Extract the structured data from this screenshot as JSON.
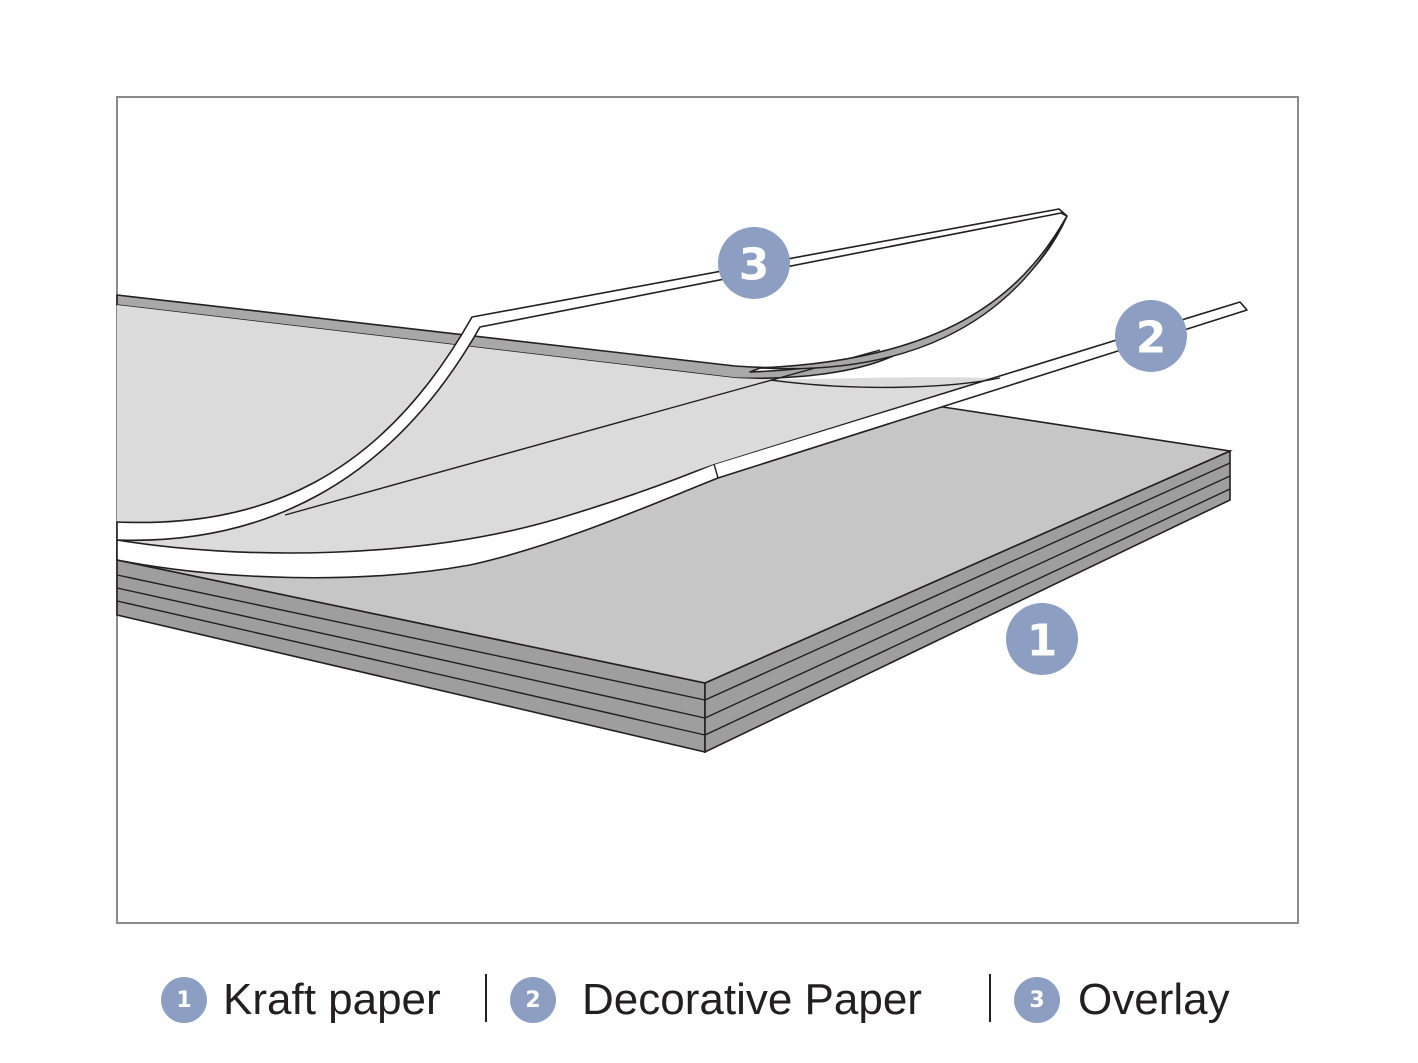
{
  "colors": {
    "badge": "#8c9fc3",
    "frame": "#8a8a8a",
    "board_top": "#c6c6c6",
    "board_side": "#9e9e9e",
    "sheet_under": "#dcdbdc",
    "sheet_edge": "#ffffff",
    "sheet_shadow": "#a8a8a8",
    "outline": "#231f20",
    "text": "#231f20"
  },
  "callouts": [
    {
      "number": "1",
      "layer": "kraft paper"
    },
    {
      "number": "2",
      "layer": "decorative paper"
    },
    {
      "number": "3",
      "layer": "overlay"
    }
  ],
  "legend": {
    "items": [
      {
        "number": "1",
        "label": "Kraft paper"
      },
      {
        "number": "2",
        "label": "Decorative Paper"
      },
      {
        "number": "3",
        "label": "Overlay"
      }
    ]
  }
}
